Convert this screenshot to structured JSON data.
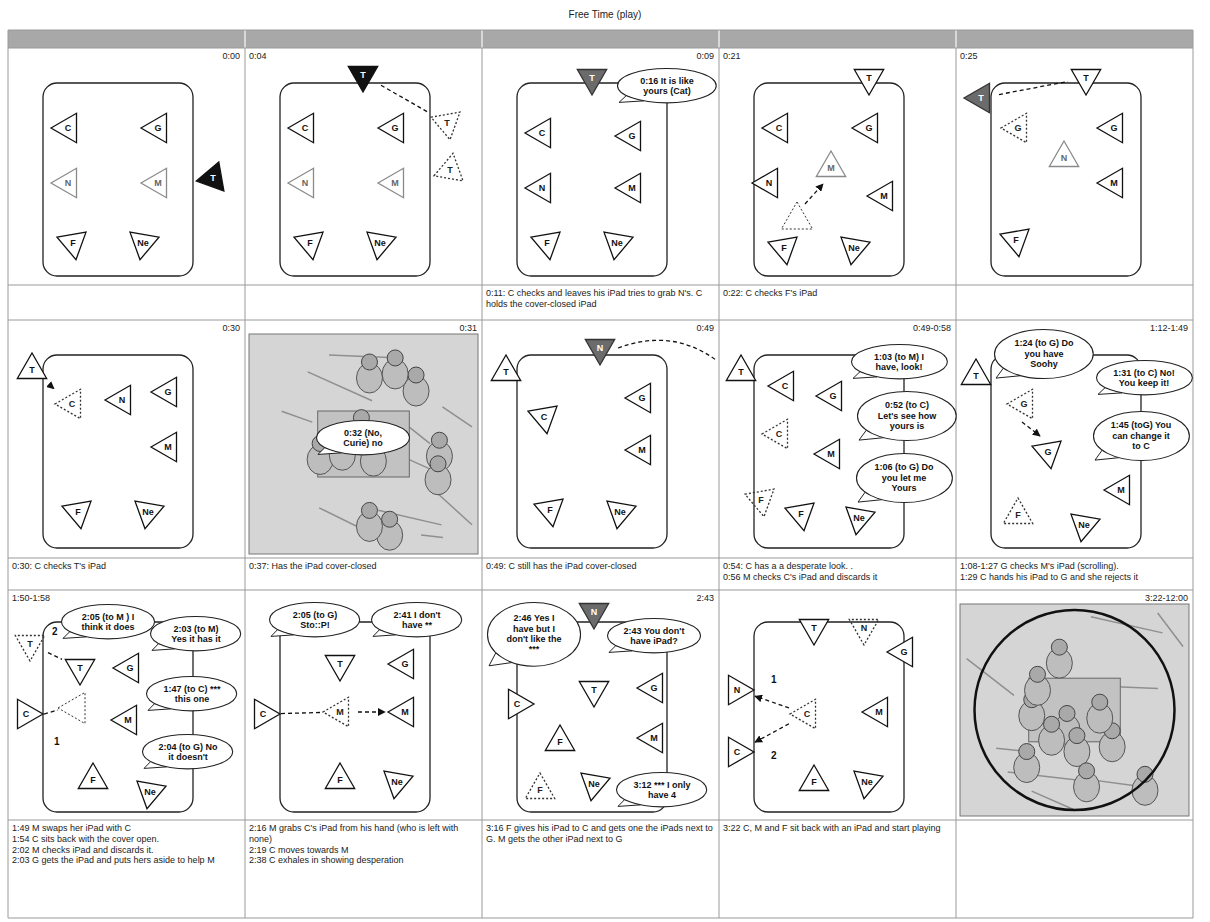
{
  "diagram": {
    "title": "Free Time (play)",
    "nodes": [
      {
        "text": [
          "C"
        ]
      },
      {
        "text": [
          "G"
        ]
      },
      {
        "text": [
          "N"
        ]
      },
      {
        "text": [
          "M"
        ]
      },
      {
        "text": [
          "F"
        ]
      },
      {
        "text": [
          "Ne"
        ]
      },
      {
        "text": [
          "T"
        ]
      },
      {
        "text": [
          "T"
        ]
      },
      {
        "text": [
          "C"
        ]
      },
      {
        "text": [
          "G"
        ]
      },
      {
        "text": [
          "N"
        ]
      },
      {
        "text": [
          "M"
        ]
      },
      {
        "text": [
          "F"
        ]
      },
      {
        "text": [
          "Ne"
        ]
      },
      {
        "text": [
          "T"
        ]
      },
      {
        "text": [
          "T"
        ]
      },
      {
        "text": [
          "T"
        ]
      },
      {
        "text": [
          "0:16 It is like yours (Cat)"
        ]
      },
      {
        "text": [
          "C"
        ]
      },
      {
        "text": [
          "G"
        ]
      },
      {
        "text": [
          "N"
        ]
      },
      {
        "text": [
          "M"
        ]
      },
      {
        "text": [
          "F"
        ]
      },
      {
        "text": [
          "Ne"
        ]
      },
      {
        "text": [
          "T"
        ]
      },
      {
        "text": [
          "C"
        ]
      },
      {
        "text": [
          "G"
        ]
      },
      {
        "text": [
          "M"
        ]
      },
      {
        "text": [
          "N"
        ]
      },
      {
        "text": [
          "M"
        ]
      },
      {
        "text": [
          "F"
        ]
      },
      {
        "text": [
          "Ne"
        ]
      },
      {
        "text": [
          "T"
        ]
      },
      {
        "text": [
          "T"
        ]
      },
      {
        "text": [
          "G"
        ]
      },
      {
        "text": [
          "N"
        ]
      },
      {
        "text": [
          "G"
        ]
      },
      {
        "text": [
          "M"
        ]
      },
      {
        "text": [
          "F"
        ]
      },
      {
        "text": [
          "T"
        ]
      },
      {
        "text": [
          "C"
        ]
      },
      {
        "text": [
          "N"
        ]
      },
      {
        "text": [
          "G"
        ]
      },
      {
        "text": [
          "M"
        ]
      },
      {
        "text": [
          "F"
        ]
      },
      {
        "text": [
          "Ne"
        ]
      },
      {
        "text": [
          "0:32 (No, Curie) no"
        ]
      },
      {
        "text": [
          "T"
        ]
      },
      {
        "text": [
          "N"
        ]
      },
      {
        "text": [
          "C"
        ]
      },
      {
        "text": [
          "G"
        ]
      },
      {
        "text": [
          "M"
        ]
      },
      {
        "text": [
          "F"
        ]
      },
      {
        "text": [
          "Ne"
        ]
      },
      {
        "text": [
          "T"
        ]
      },
      {
        "text": [
          "C"
        ]
      },
      {
        "text": [
          "1:03 (to M) I have, look!"
        ]
      },
      {
        "text": [
          "G"
        ]
      },
      {
        "text": [
          "0:52 (to C) Let's see how yours is"
        ]
      },
      {
        "text": [
          "C"
        ]
      },
      {
        "text": [
          "M"
        ]
      },
      {
        "text": [
          "1:06 (to G) Do you let me Yours"
        ]
      },
      {
        "text": [
          "F"
        ]
      },
      {
        "text": [
          "F"
        ]
      },
      {
        "text": [
          "Ne"
        ]
      },
      {
        "text": [
          "1:24 (to G) Do you have Soohy"
        ]
      },
      {
        "text": [
          "T"
        ]
      },
      {
        "text": [
          "1:31 (to C) No! You keep it!"
        ]
      },
      {
        "text": [
          "G"
        ]
      },
      {
        "text": [
          "1:45 (toG) You can change it to C"
        ]
      },
      {
        "text": [
          "G"
        ]
      },
      {
        "text": [
          "M"
        ]
      },
      {
        "text": [
          "F"
        ]
      },
      {
        "text": [
          "Ne"
        ]
      },
      {
        "text": [
          "2:05 (to M ) I think it does"
        ]
      },
      {
        "text": [
          "2:03 (to M) Yes it has it"
        ]
      },
      {
        "text": [
          "T"
        ]
      },
      {
        "text": [
          "T"
        ]
      },
      {
        "text": [
          "G"
        ]
      },
      {
        "text": [
          "C"
        ]
      },
      {
        "text": [
          "1:47 (to C) *** this one"
        ]
      },
      {
        "text": [
          "M"
        ]
      },
      {
        "text": [
          "2:04 (to G) No it doesn't"
        ]
      },
      {
        "text": [
          "F"
        ]
      },
      {
        "text": [
          "Ne"
        ]
      },
      {
        "text": [
          "2:05 (to G) Sto::P!"
        ]
      },
      {
        "text": [
          "2:41 I don't have **"
        ]
      },
      {
        "text": [
          "T"
        ]
      },
      {
        "text": [
          "G"
        ]
      },
      {
        "text": [
          "C"
        ]
      },
      {
        "text": [
          "M"
        ]
      },
      {
        "text": [
          "M"
        ]
      },
      {
        "text": [
          "F"
        ]
      },
      {
        "text": [
          "Ne"
        ]
      },
      {
        "text": [
          "2:46 Yes I have but I don't like the ***"
        ]
      },
      {
        "text": [
          "N"
        ]
      },
      {
        "text": [
          "2:43 You don't have iPad?"
        ]
      },
      {
        "text": [
          "T"
        ]
      },
      {
        "text": [
          "G"
        ]
      },
      {
        "text": [
          "C"
        ]
      },
      {
        "text": [
          "F"
        ]
      },
      {
        "text": [
          "M"
        ]
      },
      {
        "text": [
          "F"
        ]
      },
      {
        "text": [
          "Ne"
        ]
      },
      {
        "text": [
          "3:12 *** I only have 4"
        ]
      },
      {
        "text": [
          "T"
        ]
      },
      {
        "text": [
          "N"
        ]
      },
      {
        "text": [
          "G"
        ]
      },
      {
        "text": [
          "N"
        ]
      },
      {
        "text": [
          "C"
        ]
      },
      {
        "text": [
          "M"
        ]
      },
      {
        "text": [
          "C"
        ]
      },
      {
        "text": [
          "F"
        ]
      },
      {
        "text": [
          "Ne"
        ]
      }
    ],
    "edges": [
      {
        "from": 7,
        "to": 14,
        "arrow": "none"
      },
      {
        "from": 32,
        "to": 33,
        "arrow": "none"
      },
      {
        "from": 39,
        "to": 40,
        "arrow": "to"
      },
      {
        "from": 76,
        "to": 77,
        "arrow": "none"
      },
      {
        "from": 89,
        "to": 90,
        "arrow": "none"
      },
      {
        "from": 109,
        "to": 108,
        "arrow": "to"
      },
      {
        "from": 109,
        "to": 111,
        "arrow": "to"
      }
    ],
    "labels": [
      "0:00",
      "0:04",
      "0:09",
      "0:11: C checks and leaves his iPad tries to grab N's. C holds the cover-closed iPad",
      "0:21",
      "0:22: C checks F's iPad",
      "0:25",
      "0:30",
      "0:30: C checks T's iPad",
      "0:31",
      "0:37: Has the iPad cover-closed",
      "0:49",
      "0:49: C still has the iPad cover-closed",
      "0:49-0:58",
      "0:54: C has a a desperate look. .",
      "0:56 M checks C's iPad and discards it",
      "1:12-1:49",
      "1:08-1:27 G checks M's iPad (scrolling).",
      "1:29 C hands his iPad to G and she rejects it",
      "1:50-1:58",
      "2",
      "1",
      "1:49 M swaps her iPad with C",
      "1:54 C sits back with the cover open.",
      "2:02 M checks iPad and discards it.",
      "2:03 G gets the iPad and puts hers aside to help M",
      "2:16 M grabs C's iPad from his hand (who is left with none)",
      "2:19 C moves towards M",
      "2:38 C exhales in showing desperation",
      "2:43",
      "3:16 F gives his iPad to C and gets one the iPads next to G. M gets the other iPad next to G",
      "1",
      "2",
      "3:22 C, M and F sit back with an iPad and start playing",
      "3:22-12:00"
    ]
  }
}
